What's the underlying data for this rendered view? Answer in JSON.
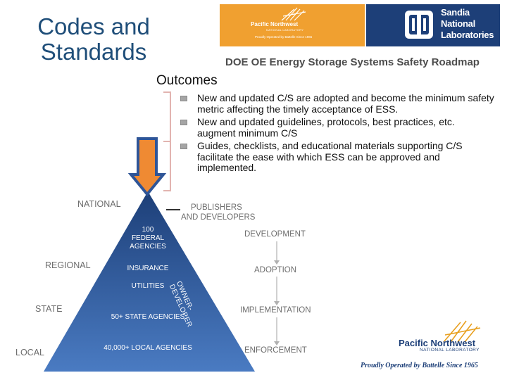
{
  "slide": {
    "title_line1": "Codes and",
    "title_line2": "Standards",
    "roadmap_title": "DOE OE Energy Storage Systems Safety Roadmap",
    "outcomes_heading": "Outcomes",
    "outcomes": [
      "New and updated C/S are adopted and become the minimum safety metric affecting the timely acceptance of ESS.",
      "New and updated guidelines, protocols, best practices, etc. augment minimum C/S",
      "Guides, checklists, and educational materials supporting C/S facilitate the ease with which ESS can be approved and implemented."
    ]
  },
  "logos": {
    "pnnl_top": {
      "name": "Pacific Northwest",
      "sub": "NATIONAL LABORATORY",
      "operated": "Proudly Operated by Battelle Since 1965"
    },
    "sandia": {
      "line1": "Sandia",
      "line2": "National",
      "line3": "Laboratories"
    },
    "pnnl_bottom": {
      "name": "Pacific Northwest",
      "sub": "NATIONAL LABORATORY",
      "operated": "Proudly Operated by Battelle Since 1965"
    }
  },
  "diagram": {
    "levels": [
      "NATIONAL",
      "REGIONAL",
      "STATE",
      "LOCAL"
    ],
    "pyramid_labels": {
      "federal_line1": "100",
      "federal_line2": "FEDERAL",
      "federal_line3": "AGENCIES",
      "insurance": "INSURANCE",
      "utilities": "UTILITIES",
      "state_agencies": "50+ STATE AGENCIES",
      "local_agencies": "40,000+ LOCAL AGENCIES",
      "owner_developer": "OWNER-DEVELOPER"
    },
    "publishers_line1": "PUBLISHERS",
    "publishers_line2": "AND DEVELOPERS",
    "stages": [
      "DEVELOPMENT",
      "ADOPTION",
      "IMPLEMENTATION",
      "ENFORCEMENT"
    ],
    "colors": {
      "pyramid_top": "#1d3f78",
      "pyramid_bottom": "#4a7bc2",
      "arrow_fill": "#ef8a33",
      "arrow_stroke": "#2f5597",
      "title": "#1f4e79"
    }
  }
}
